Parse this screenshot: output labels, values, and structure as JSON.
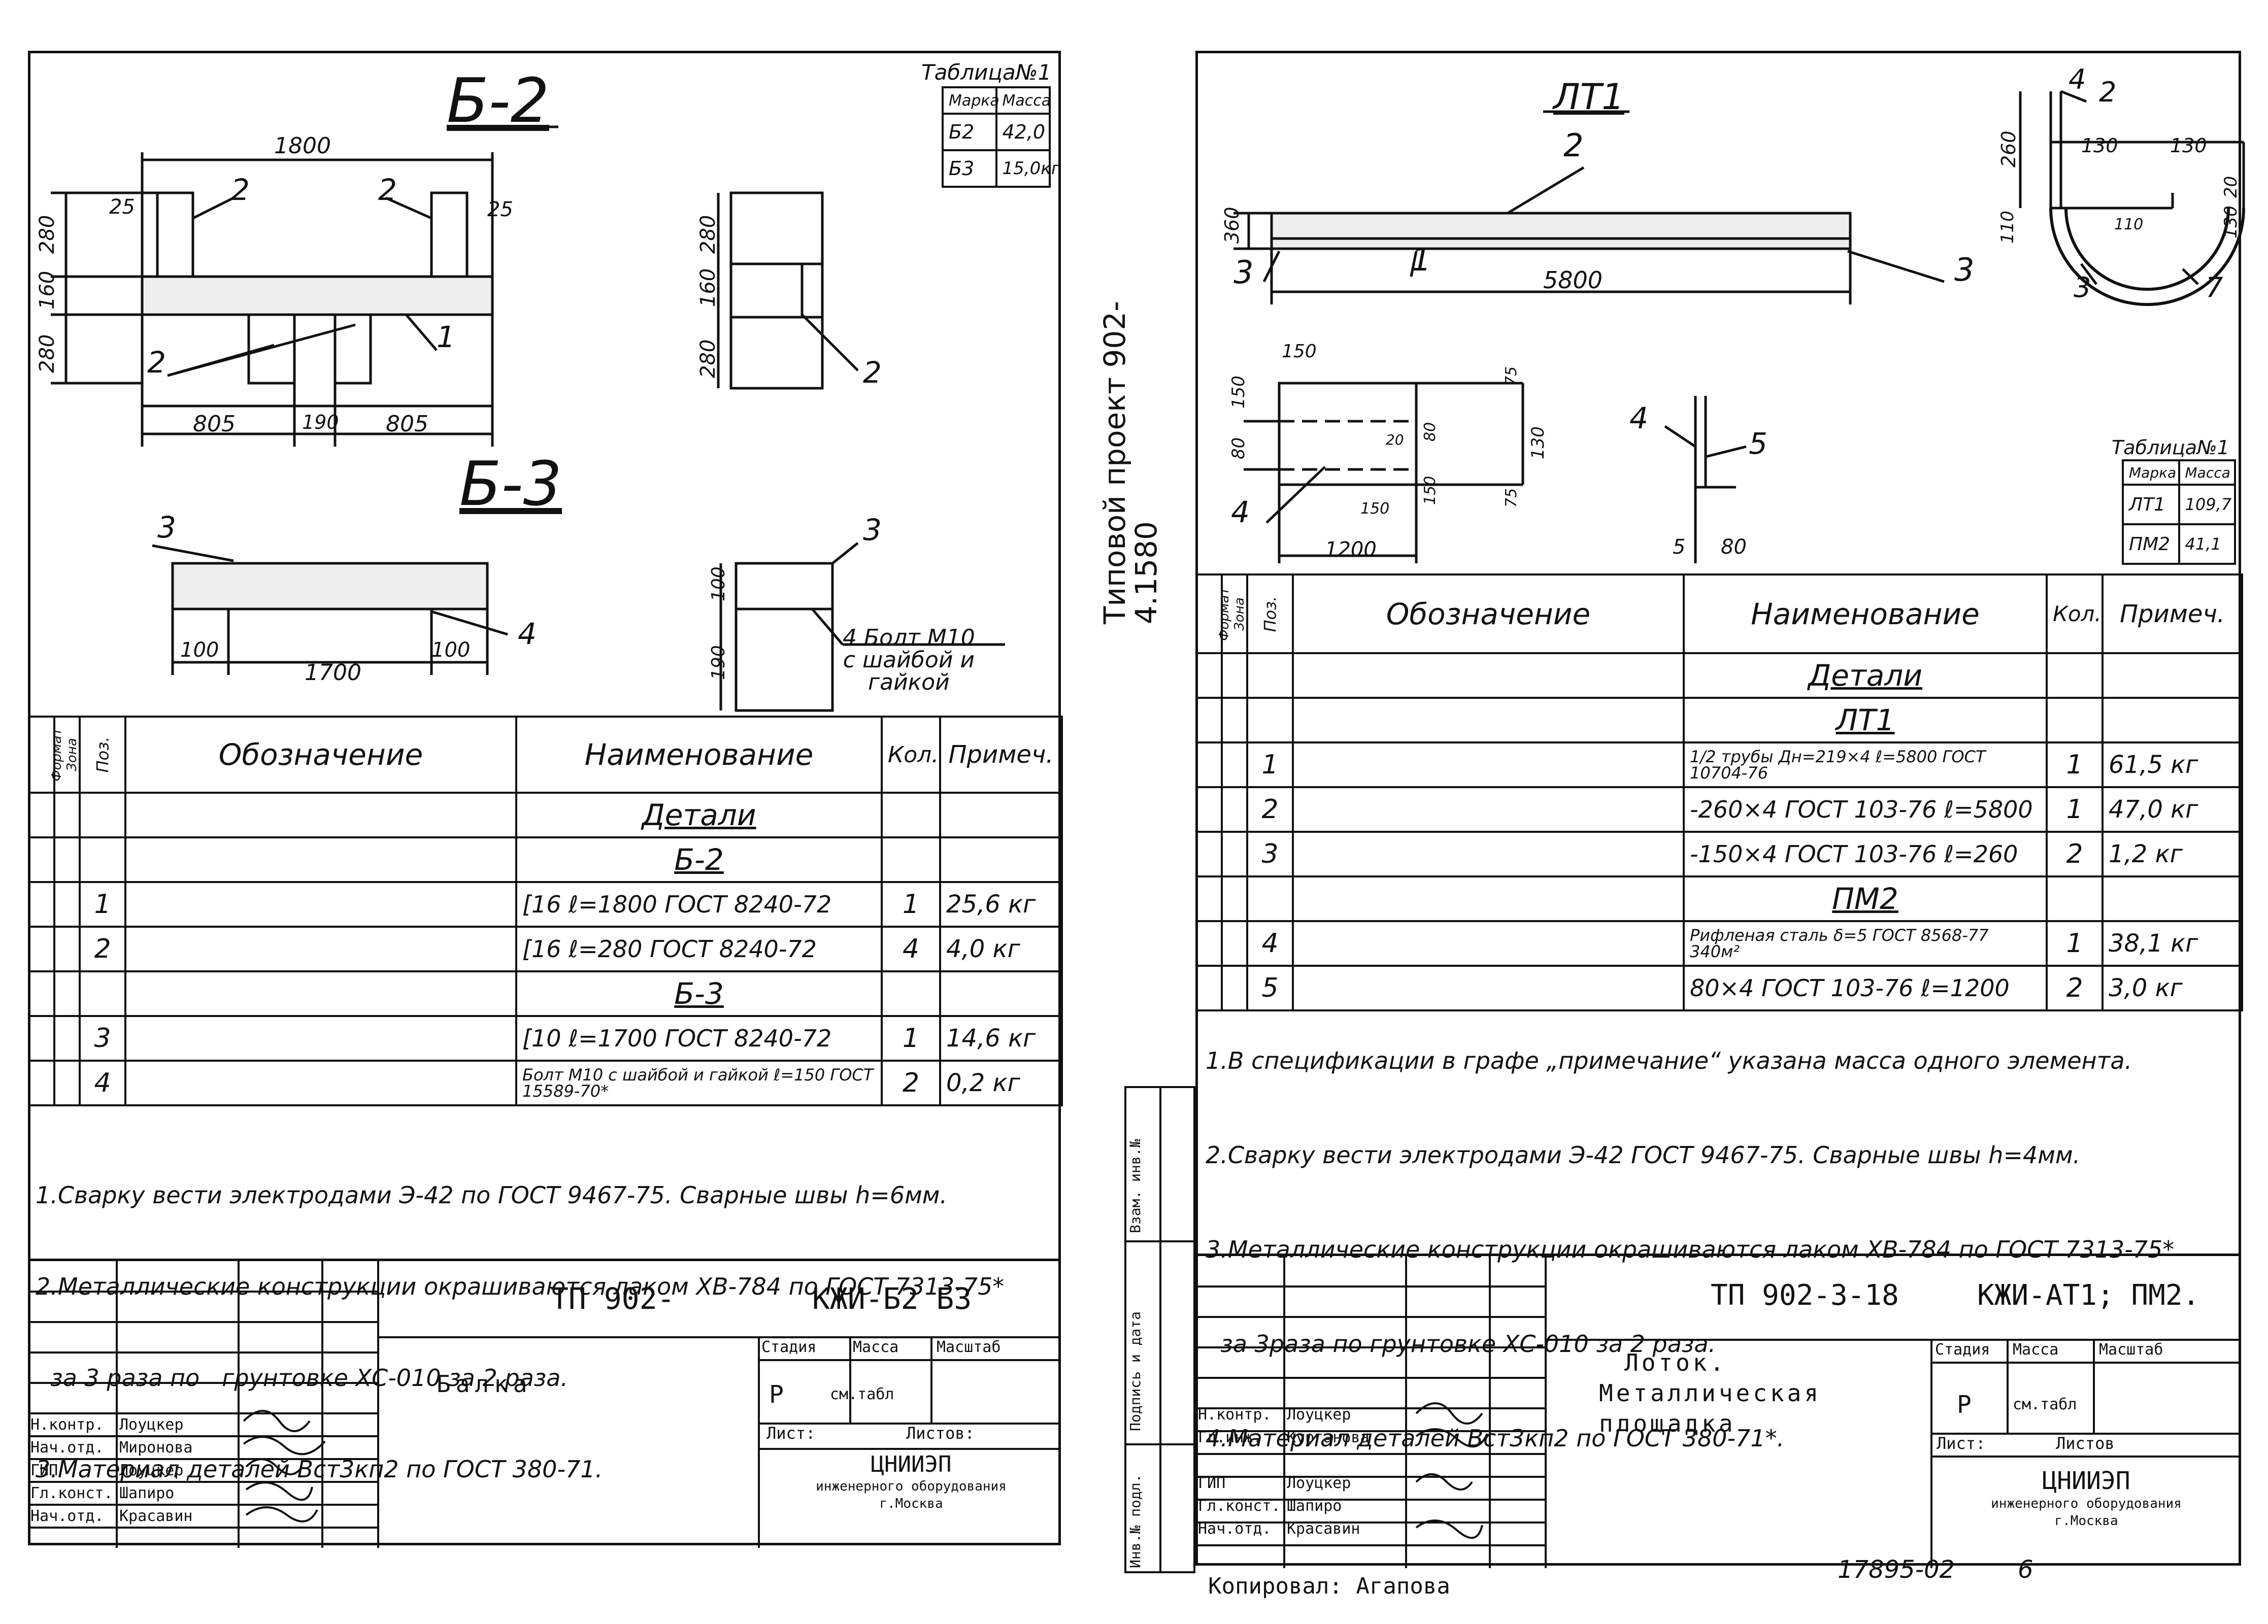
{
  "left_sheet": {
    "drawing_b2_title": "Б-2",
    "drawing_b3_title": "Б-3",
    "mass_table": {
      "caption": "Таблица№1",
      "headers": [
        "Марка",
        "Масса"
      ],
      "rows": [
        [
          "Б2",
          "42,0"
        ],
        [
          "Б3",
          "15,0кг"
        ]
      ]
    },
    "b2_dims": {
      "total": "1800",
      "left_part": "805",
      "mid": "190",
      "right_part": "805",
      "h_top": "280",
      "h_mid": "160",
      "h_bot": "280",
      "edge_l": "25",
      "edge_r": "25"
    },
    "b2_callouts": [
      "2",
      "2",
      "2",
      "1"
    ],
    "b2_side_dims": [
      "280",
      "160",
      "280"
    ],
    "b2_side_callout": "2",
    "b3_dims": {
      "length": "1700",
      "left": "100",
      "right": "100",
      "h1": "100",
      "h2": "190"
    },
    "b3_callouts": [
      "3",
      "4",
      "3"
    ],
    "bolt_note": [
      "4 Болт М10",
      "с шайбой и",
      "гайкой"
    ],
    "spec_headers": {
      "format": "Формат",
      "zone": "Зона",
      "pos": "Поз.",
      "designation": "Обозначение",
      "name": "Наименование",
      "qty": "Кол.",
      "note": "Примеч."
    },
    "spec_rows": [
      {
        "pos": "",
        "name": "Детали",
        "qty": "",
        "note": "",
        "style": "heading"
      },
      {
        "pos": "",
        "name": "Б-2",
        "qty": "",
        "note": "",
        "style": "heading"
      },
      {
        "pos": "1",
        "name": "[16 ℓ=1800 ГОСТ 8240-72",
        "qty": "1",
        "note": "25,6 кг",
        "style": ""
      },
      {
        "pos": "2",
        "name": "[16 ℓ=280 ГОСТ 8240-72",
        "qty": "4",
        "note": "4,0 кг",
        "style": ""
      },
      {
        "pos": "",
        "name": "Б-3",
        "qty": "",
        "note": "",
        "style": "heading"
      },
      {
        "pos": "3",
        "name": "[10 ℓ=1700 ГОСТ 8240-72",
        "qty": "1",
        "note": "14,6 кг",
        "style": ""
      },
      {
        "pos": "4",
        "name": "Болт М10 с шайбой и гайкой ℓ=150 ГОСТ 15589-70*",
        "qty": "2",
        "note": "0,2 кг",
        "style": "small"
      }
    ],
    "notes": [
      "1.Сварку вести электродами Э-42 по ГОСТ 9467-75. Сварные швы h=6мм.",
      "2.Металлические конструкции окрашиваются лаком ХВ-784 по ГОСТ 7313-75*",
      "  за 3 раза по   грунтовке ХС-010 за 2 раза.",
      "3.Материал деталей Вст3кп2 по ГОСТ 380-71."
    ],
    "title_block": {
      "code": "ТП 902-",
      "mark": "КЖИ-Б2 Б3",
      "name": "Балка",
      "stage_h": "Стадия",
      "mass_h": "Масса",
      "scale_h": "Масштаб",
      "stage": "Р",
      "mass": "см.табл",
      "sheet": "Лист:",
      "sheets": "Листов:",
      "org": "ЦНИИЭП",
      "org2": "инженерного оборудования",
      "city": "г.Москва",
      "people": [
        [
          "Н.контр.",
          "Лоуцкер"
        ],
        [
          "Нач.отд.",
          "Миронова"
        ],
        [
          "ГИП",
          "Лоуцкер"
        ],
        [
          "Гл.конст.",
          "Шапиро"
        ],
        [
          "Нач.отд.",
          "Красавин"
        ]
      ]
    }
  },
  "right_sheet": {
    "side_label": [
      "Типовой проект 902-",
      "4.1580"
    ],
    "stamp_labels": [
      "Инв.№ подл.",
      "Подпись и дата",
      "Взам. инв.№"
    ],
    "drawing_title": "ЛТ1",
    "lt1_dims": {
      "length": "5800",
      "height": "360"
    },
    "lt1_callouts": [
      "2",
      "3",
      "1",
      "3"
    ],
    "section_dims": [
      "260",
      "130",
      "130",
      "110",
      "130",
      "20",
      "110"
    ],
    "section_callouts": [
      "4",
      "2",
      "3",
      "7"
    ],
    "pm2_dims": [
      "150",
      "150",
      "80",
      "1200",
      "150",
      "75",
      "130",
      "75",
      "20",
      "80",
      "150"
    ],
    "pm2_callouts": [
      "4"
    ],
    "angle_callouts": [
      "4",
      "5"
    ],
    "angle_dims": [
      "5",
      "80"
    ],
    "mass_table": {
      "caption": "Таблица№1",
      "headers": [
        "Марка",
        "Масса"
      ],
      "rows": [
        [
          "ЛТ1",
          "109,7"
        ],
        [
          "ПМ2",
          "41,1"
        ]
      ]
    },
    "spec_headers": {
      "format": "Формат",
      "zone": "Зона",
      "pos": "Поз.",
      "designation": "Обозначение",
      "name": "Наименование",
      "qty": "Кол.",
      "note": "Примеч."
    },
    "spec_rows": [
      {
        "pos": "",
        "name": "Детали",
        "qty": "",
        "note": "",
        "style": "heading"
      },
      {
        "pos": "",
        "name": "ЛТ1",
        "qty": "",
        "note": "",
        "style": "heading"
      },
      {
        "pos": "1",
        "name": "1/2 трубы Дн=219×4  ℓ=5800 ГОСТ 10704-76",
        "qty": "1",
        "note": "61,5 кг",
        "style": "small"
      },
      {
        "pos": "2",
        "name": "-260×4 ГОСТ 103-76 ℓ=5800",
        "qty": "1",
        "note": "47,0 кг",
        "style": ""
      },
      {
        "pos": "3",
        "name": "-150×4 ГОСТ 103-76 ℓ=260",
        "qty": "2",
        "note": "1,2 кг",
        "style": ""
      },
      {
        "pos": "",
        "name": "ПМ2",
        "qty": "",
        "note": "",
        "style": "heading"
      },
      {
        "pos": "4",
        "name": "Рифленая сталь δ=5 ГОСТ 8568-77  340м²",
        "qty": "1",
        "note": "38,1 кг",
        "style": "small"
      },
      {
        "pos": "5",
        "name": "80×4 ГОСТ 103-76 ℓ=1200",
        "qty": "2",
        "note": "3,0 кг",
        "style": ""
      }
    ],
    "notes": [
      "1.В спецификации в графе „примечание“ указана масса одного элемента.",
      "2.Сварку вести электродами Э-42 ГОСТ 9467-75. Сварные швы h=4мм.",
      "3.Металлические конструкции окрашиваются лаком ХВ-784 по ГОСТ 7313-75*",
      "  за 3раза по грунтовке ХС-010 за 2 раза.",
      "4.Материал деталей Вст3кп2 по ГОСТ 380-71*."
    ],
    "title_block": {
      "code": "ТП 902-3-18",
      "mark": "КЖИ-АТ1; ПМ2.",
      "name": [
        "Лоток.",
        "Металлическая",
        "площадка"
      ],
      "stage_h": "Стадия",
      "mass_h": "Масса",
      "scale_h": "Масштаб",
      "stage": "Р",
      "mass": "см.табл",
      "sheet": "Лист:",
      "sheets": "Листов",
      "org": "ЦНИИЭП",
      "org2": "инженерного оборудования",
      "city": "г.Москва",
      "people": [
        [
          "Н.контр.",
          "Лоуцкер"
        ],
        [
          "Гл.инж.",
          "Курганова"
        ],
        [
          "ГИП",
          "Лоуцкер"
        ],
        [
          "Гл.конст.",
          "Шапиро"
        ],
        [
          "Нач.отд.",
          "Красавин"
        ]
      ]
    }
  },
  "footer": {
    "copied": "Копировал: Агапова",
    "doc_no": "17895-02",
    "page": "6"
  }
}
